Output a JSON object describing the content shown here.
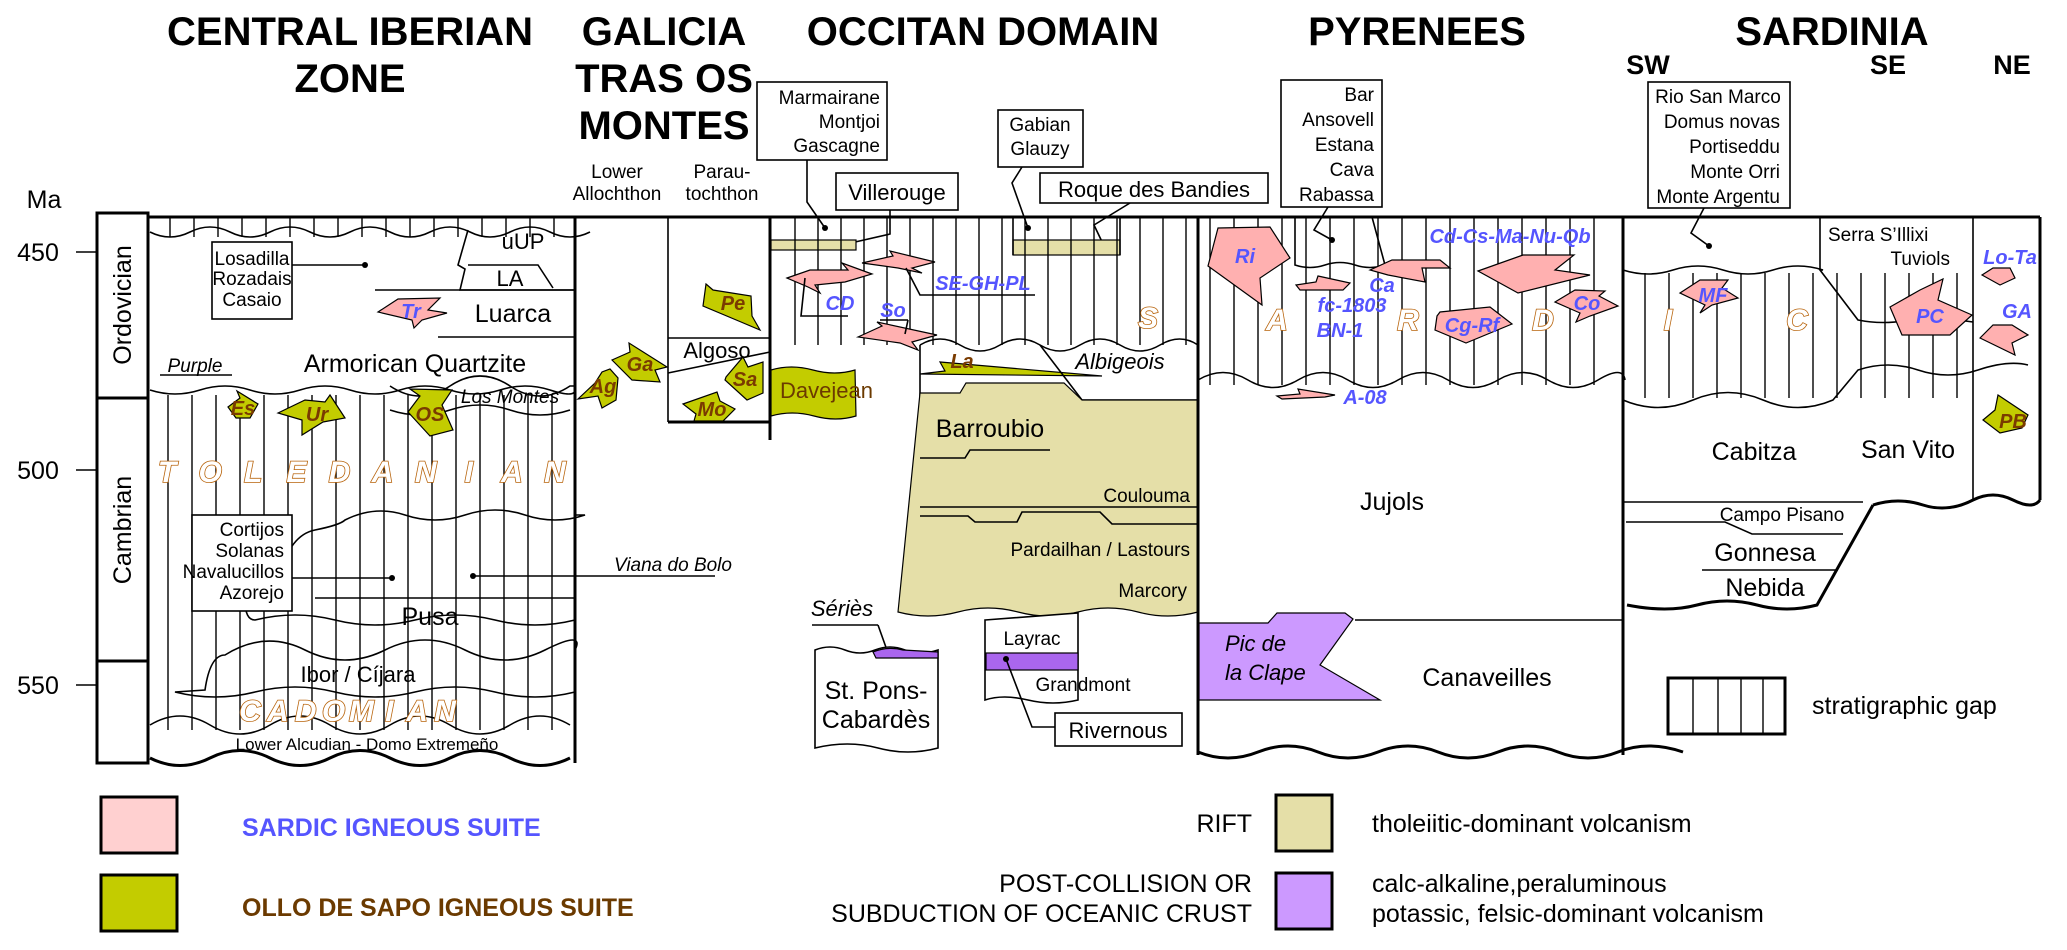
{
  "titles": {
    "central_iberian": [
      "CENTRAL IBERIAN",
      "ZONE"
    ],
    "galicia": [
      "GALICIA",
      "TRAS OS",
      "MONTES"
    ],
    "occitan": "OCCITAN DOMAIN",
    "pyrenees": "PYRENEES",
    "sardinia": "SARDINIA",
    "sardinia_sub": [
      "SW",
      "SE",
      "NE"
    ]
  },
  "axis": {
    "unit": "Ma",
    "ticks": [
      "450",
      "500",
      "550"
    ],
    "periods": [
      "Ordovician",
      "Cambrian"
    ]
  },
  "central_iberian": {
    "units": [
      "uUP",
      "LA",
      "Luarca",
      "Armorican Quartzite",
      "Los Montes",
      "Pusa",
      "Ibor  /  Cíjara",
      "Lower Alcudian - Domo Extremeño"
    ],
    "purple": "Purple",
    "box_upper": [
      "Losadilla",
      "Rozadais",
      "Casaio"
    ],
    "box_lower": [
      "Cortijos",
      "Solanas",
      "Navalucillos",
      "Azorejo"
    ],
    "viana": "Viana do Bolo",
    "orogeny_toledanian": [
      "T",
      "O",
      "L",
      "E",
      "D",
      "A",
      "N",
      "I",
      "A",
      "N"
    ],
    "orogeny_cadomian": [
      "C",
      "A",
      "D",
      "O",
      "M",
      "I",
      "A",
      "N"
    ],
    "igneous": {
      "sardic": [
        "Tr"
      ],
      "ollo": [
        "Es",
        "Ur",
        "OS"
      ]
    }
  },
  "galicia": {
    "columns": [
      "Lower",
      "Allochthon",
      "Parau-",
      "tochthon"
    ],
    "units": [
      "Algoso"
    ],
    "igneous": {
      "ollo": [
        "Ag",
        "Ga",
        "Pe",
        "Sa",
        "Mo"
      ]
    }
  },
  "occitan": {
    "box_marmairane": [
      "Marmairane",
      "Montjoi",
      "Gascagne"
    ],
    "villerouge": "Villerouge",
    "box_gabian": [
      "Gabian",
      "Glauzy"
    ],
    "roque": "Roque des Bandies",
    "units": [
      "Davejean",
      "Albigeois",
      "Barroubio",
      "Coulouma",
      "Pardailhan / Lastours",
      "Marcory",
      "Layrac",
      "Grandmont",
      "Sériès"
    ],
    "st_pons": [
      "St. Pons-",
      "Cabardès"
    ],
    "rivernous": "Rivernous",
    "orogeny_s": "S",
    "igneous": {
      "sardic": [
        "CD",
        "So",
        "SE-GH-PL"
      ],
      "ollo": [
        "La"
      ]
    }
  },
  "pyrenees": {
    "box": [
      "Bar",
      "Ansovell",
      "Estana",
      "Cava",
      "Rabassa"
    ],
    "units": [
      "Jujols",
      "Canaveilles"
    ],
    "pic": [
      "Pic de",
      "la Clape"
    ],
    "orogeny": [
      "A",
      "R",
      "D"
    ],
    "igneous": {
      "sardic": [
        "Ri",
        "Ca",
        "fc-1803",
        "BN-1",
        "Cd-Cs-Ma-Nu-Qb",
        "Cg-Rf",
        "Co",
        "A-08"
      ]
    }
  },
  "sardinia": {
    "box": [
      "Rio San Marco",
      "Domus novas",
      "Portiseddu",
      "Monte Orri",
      "Monte Argentu"
    ],
    "serra": [
      "Serra S’Illixi",
      "Tuviols"
    ],
    "units": [
      "Cabitza",
      "San Vito",
      "Campo Pisano",
      "Gonnesa",
      "Nebida"
    ],
    "orogeny": [
      "I",
      "C"
    ],
    "igneous": {
      "sardic": [
        "MF",
        "PC",
        "Lo-Ta",
        "GA"
      ],
      "ollo": [
        "PB"
      ]
    }
  },
  "legend": {
    "gap": "stratigraphic gap",
    "sardic": "SARDIC IGNEOUS SUITE",
    "ollo": "OLLO DE SAPO IGNEOUS SUITE",
    "rift_label": "RIFT",
    "rift_desc": "tholeiitic-dominant volcanism",
    "post_label": [
      "POST-COLLISION OR",
      "SUBDUCTION OF OCEANIC CRUST"
    ],
    "post_desc": [
      "calc-alkaline,peraluminous",
      "potassic, felsic-dominant volcanism"
    ],
    "colors": {
      "sardic": "#ffd0d0",
      "ollo": "#c3cc00",
      "rift": "#e5dfa8",
      "post": "#cc99ff",
      "sardic_text": "#5555ff",
      "ollo_text": "#6b3a00"
    }
  }
}
